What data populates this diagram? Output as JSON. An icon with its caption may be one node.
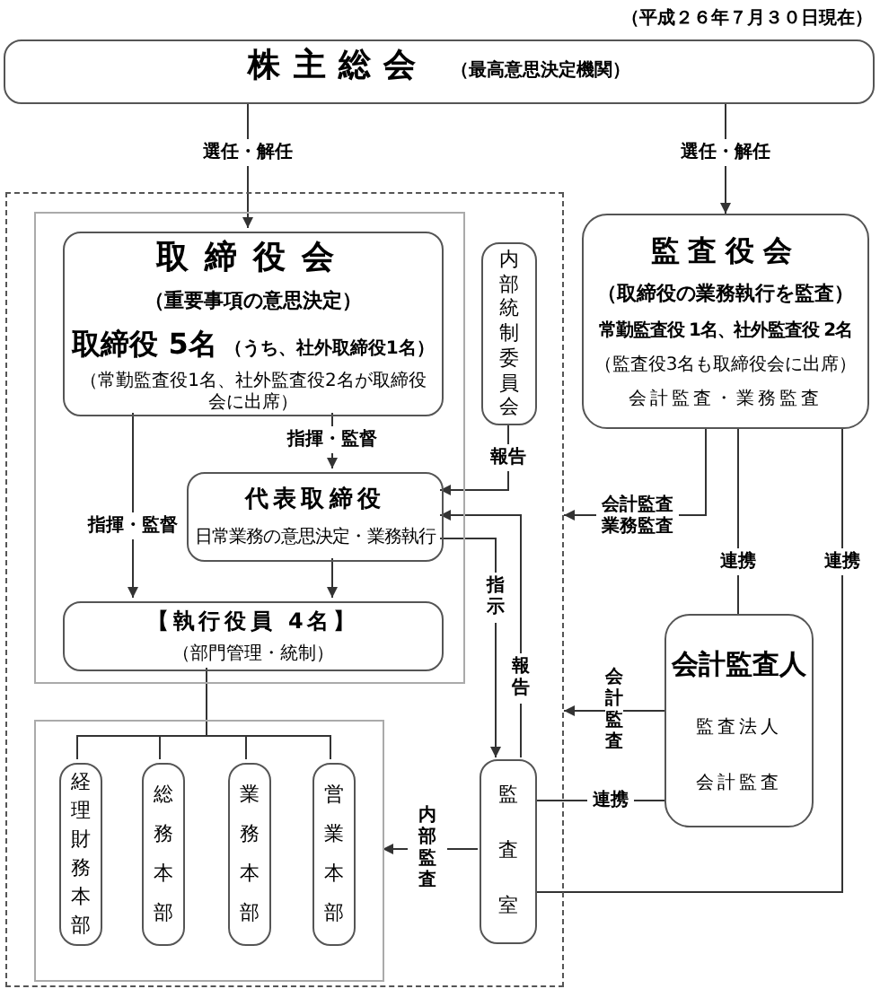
{
  "diagram": {
    "nodes": [
      {
        "text": [
          "株主総会",
          "（最高意思決定機関）"
        ]
      },
      {
        "text": [],
        "shape": "box"
      },
      {
        "text": [],
        "shape": "box",
        "in": 1
      },
      {
        "text": [
          "取締役会",
          "（重要事項の意思決定）",
          "取締役 5名",
          "（うち、社外取締役1名）",
          "（常勤監査役1名、社外監査役2名が取締役会に出席）"
        ],
        "in": 2
      },
      {
        "text": [
          "内部統制委員会"
        ],
        "in": 1
      },
      {
        "text": [
          "代表取締役",
          "日常業務の意思決定・業務執行"
        ],
        "in": 2
      },
      {
        "text": [
          "【執行役員 4名】",
          "（部門管理・統制）"
        ],
        "in": 2
      },
      {
        "text": [],
        "shape": "box",
        "in": 1
      },
      {
        "text": [
          "経理財務本部"
        ],
        "in": 7
      },
      {
        "text": [
          "総務本部"
        ],
        "in": 7
      },
      {
        "text": [
          "業務本部"
        ],
        "in": 7
      },
      {
        "text": [
          "営業本部"
        ],
        "in": 7
      },
      {
        "text": [
          "監査室"
        ],
        "in": 1
      },
      {
        "text": [
          "監査役会",
          "（取締役の業務執行を監査）",
          "常勤監査役 1名、社外監査役 2名",
          "（監査役3名も取締役会に出席）",
          "会計監査・業務監査"
        ]
      },
      {
        "text": [
          "会計監査人",
          "監査法人",
          "会計監査"
        ]
      }
    ],
    "edges": [
      {
        "from": 0,
        "to": 3,
        "arrow": "to",
        "label": "選任・解任"
      },
      {
        "from": 0,
        "to": 13,
        "arrow": "to",
        "label": "選任・解任"
      },
      {
        "from": 3,
        "to": 5,
        "arrow": "to",
        "label": "指揮・監督"
      },
      {
        "from": 3,
        "to": 6,
        "arrow": "to",
        "label": "指揮・監督"
      },
      {
        "from": 5,
        "to": 6,
        "arrow": "to"
      },
      {
        "from": 4,
        "to": 5,
        "arrow": "to",
        "label": "報告"
      },
      {
        "from": 5,
        "to": 12,
        "arrow": "to",
        "label": "指示"
      },
      {
        "from": 12,
        "to": 5,
        "arrow": "to",
        "label": "報告"
      },
      {
        "from": 13,
        "to": 1,
        "arrow": "to",
        "label": "会計監査業務監査"
      },
      {
        "from": 13,
        "to": 14,
        "arrow": "none",
        "label": "連携"
      },
      {
        "from": 13,
        "to": 12,
        "arrow": "none",
        "label": "連携"
      },
      {
        "from": 14,
        "to": 1,
        "arrow": "to",
        "label": "会計監査"
      },
      {
        "from": 14,
        "to": 12,
        "arrow": "none",
        "label": "連携"
      },
      {
        "from": 6,
        "to": 8,
        "arrow": "none"
      },
      {
        "from": 6,
        "to": 9,
        "arrow": "none"
      },
      {
        "from": 6,
        "to": 10,
        "arrow": "none"
      },
      {
        "from": 6,
        "to": 11,
        "arrow": "none"
      },
      {
        "from": 12,
        "to": 7,
        "arrow": "to",
        "label": "内部監査"
      }
    ],
    "labels": [
      "（平成２６年７月３０日現在）"
    ]
  }
}
